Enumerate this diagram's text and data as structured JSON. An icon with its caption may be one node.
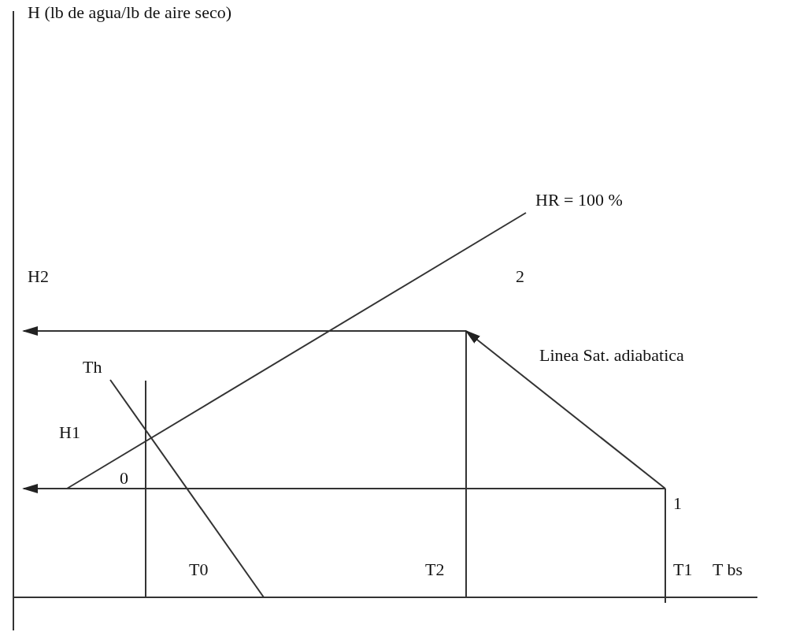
{
  "diagram": {
    "labels": [
      "H (lb de agua/lb de aire seco)",
      "HR = 100 %",
      "H2",
      "2",
      "Linea Sat. adiabatica",
      "Th",
      "H1",
      "0",
      "1",
      "T0",
      "T2",
      "T1",
      "T bs"
    ]
  }
}
